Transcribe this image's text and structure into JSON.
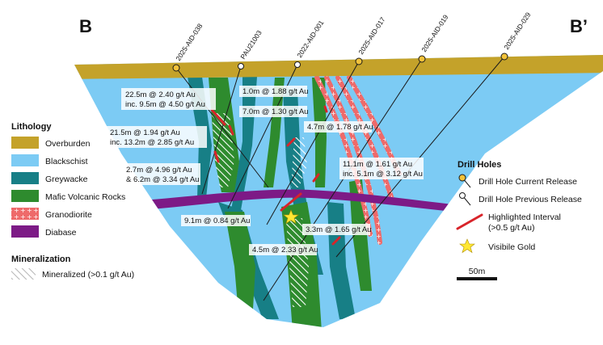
{
  "section": {
    "left_label": "B",
    "right_label": "B’"
  },
  "colors": {
    "overburden": "#c4a22a",
    "blackschist": "#7ccbf4",
    "greywacke": "#177f86",
    "mafic": "#2e8b2e",
    "granodiorite": "#ee6a6a",
    "diabase": "#7d1a86",
    "interval": "#d8242a",
    "current_release": "#f2c23a",
    "gold": "#ffe733"
  },
  "drill_holes": [
    {
      "name": "2025-AID-038",
      "release": "current"
    },
    {
      "name": "PAU21003",
      "release": "previous"
    },
    {
      "name": "2022-AID-001",
      "release": "previous"
    },
    {
      "name": "2025-AID-017",
      "release": "current"
    },
    {
      "name": "2025-AID-019",
      "release": "current"
    },
    {
      "name": "2025-AID-029",
      "release": "current"
    }
  ],
  "intervals": [
    {
      "line1": "22.5m @ 2.40 g/t Au",
      "line2": "inc. 9.5m @ 4.50 g/t Au"
    },
    {
      "line1": "1.0m @ 1.88 g/t Au",
      "line2": ""
    },
    {
      "line1": "7.0m @ 1.30 g/t Au",
      "line2": ""
    },
    {
      "line1": "21.5m @ 1.94 g/t Au",
      "line2": "inc. 13.2m @ 2.85 g/t Au"
    },
    {
      "line1": "4.7m @ 1.78 g/t Au",
      "line2": ""
    },
    {
      "line1": "11.1m @ 1.61 g/t Au",
      "line2": "inc. 5.1m @ 3.12 g/t Au"
    },
    {
      "line1": "2.7m @ 4.96 g/t Au",
      "line2": "& 6.2m @ 3.34 g/t Au"
    },
    {
      "line1": "9.1m @ 0.84 g/t Au",
      "line2": ""
    },
    {
      "line1": "3.3m @ 1.65 g/t Au",
      "line2": ""
    },
    {
      "line1": "4.5m @ 2.33 g/t Au",
      "line2": ""
    }
  ],
  "legend": {
    "lithology_title": "Lithology",
    "lithology": [
      {
        "label": "Overburden",
        "key": "overburden"
      },
      {
        "label": "Blackschist",
        "key": "blackschist"
      },
      {
        "label": "Greywacke",
        "key": "greywacke"
      },
      {
        "label": "Mafic Volcanic Rocks",
        "key": "mafic"
      },
      {
        "label": "Granodiorite",
        "key": "granodiorite"
      },
      {
        "label": "Diabase",
        "key": "diabase"
      }
    ],
    "mineralization_title": "Mineralization",
    "mineralized_label": "Mineralized (>0.1 g/t Au)",
    "drill_title": "Drill Holes",
    "current_release": "Drill Hole Current Release",
    "previous_release": "Drill Hole Previous Release",
    "highlighted_line1": "Highlighted Interval",
    "highlighted_line2": "(>0.5 g/t Au)",
    "visible_gold": "Visibile Gold",
    "scale_label": "50m"
  }
}
